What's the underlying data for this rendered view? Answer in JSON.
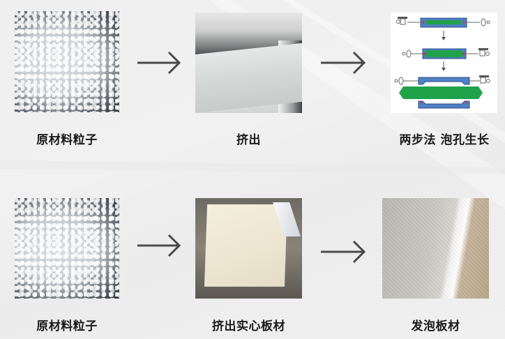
{
  "rows": [
    {
      "steps": [
        {
          "label": "原材料粒子",
          "image": "raw-material-granules-photo"
        },
        {
          "label": "挤出",
          "image": "extrusion-line-photo"
        },
        {
          "label": "两步法 泡孔生长",
          "image": "two-step-cell-growth-diagram"
        }
      ],
      "arrows": [
        "arrow-right-icon",
        "arrow-right-icon"
      ]
    },
    {
      "steps": [
        {
          "label": "原材料粒子",
          "image": "raw-material-granules-photo"
        },
        {
          "label": "挤出实心板材",
          "image": "extruded-solid-sheet-photo"
        },
        {
          "label": "发泡板材",
          "image": "foamed-sheet-photo"
        }
      ],
      "arrows": [
        "arrow-right-icon",
        "arrow-right-icon"
      ]
    }
  ],
  "colors": {
    "background": "#efefef",
    "arrow": "#4a4a4a",
    "label": "#1a1a1a",
    "diagram_mold": "#4f7fc4",
    "diagram_foam": "#1fa24a",
    "diagram_marker": "#e0234a"
  }
}
